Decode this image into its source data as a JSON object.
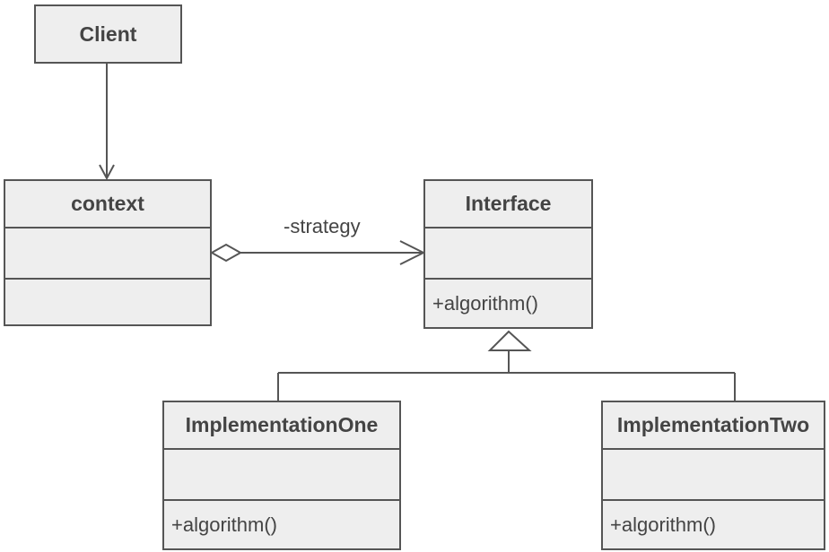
{
  "classes": {
    "client": {
      "name": "Client"
    },
    "context": {
      "name": "context"
    },
    "interface": {
      "name": "Interface",
      "operation": "+algorithm()"
    },
    "impl_one": {
      "name": "ImplementationOne",
      "operation": "+algorithm()"
    },
    "impl_two": {
      "name": "ImplementationTwo",
      "operation": "+algorithm()"
    }
  },
  "relations": {
    "strategy_label": "-strategy"
  },
  "colors": {
    "line": "#555555",
    "fill": "#eeeeee",
    "text": "#444444"
  }
}
